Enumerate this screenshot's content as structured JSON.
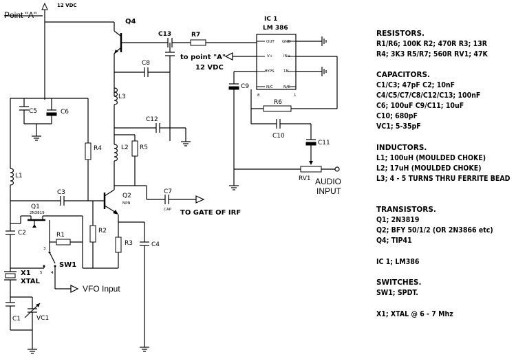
{
  "labels": {
    "point_a": "Point \"A\"",
    "v12_top": "12 VDC",
    "q4": "Q4",
    "c13": "C13",
    "r7": "R7",
    "ic_title": "IC 1",
    "ic_part": "LM 386",
    "ic_out": "OUT",
    "ic_gnd": "GND",
    "ic_vplus": "V+",
    "ic_inplus": "IN+",
    "ic_byps": "BYPS",
    "ic_inminus": "1N-",
    "ic_nc1": "N/C",
    "ic_nc2": "N/C",
    "ic_pin8": "8",
    "ic_pin1": "1",
    "to_point_a": "to point \"A\"",
    "v12_mid": "12 VDC",
    "c8": "C8",
    "c9": "C9",
    "r6": "R6",
    "l3": "L3",
    "c12": "C12",
    "c10": "C10",
    "c11": "C11",
    "c5": "C5",
    "c6": "C6",
    "r4": "R4",
    "l2": "L2",
    "r5": "R5",
    "rv1": "RV1",
    "audio_input": "AUDIO",
    "audio_input2": "INPUT",
    "l1": "L1",
    "c3": "C3",
    "q2": "Q2",
    "npn": "NPN",
    "c7": "C7",
    "cap": "CAP",
    "to_gate": "TO GATE OF IRF",
    "q1": "Q1",
    "q1_part": "2N3819",
    "c2": "C2",
    "r2": "R2",
    "r1": "R1",
    "r3": "R3",
    "c4": "C4",
    "sw1": "SW1",
    "x1": "X1",
    "xtal": "XTAL",
    "vfo_input": "VFO Input",
    "c1": "C1",
    "vc1": "VC1",
    "sw_pin3": "3",
    "sw_pin4": "4",
    "sw_pin5": "5"
  },
  "parts_list": [
    {
      "heading": "RESISTORS.",
      "lines": [
        "R1/R6; 100K R2; 470R R3; 13R",
        "R4; 3K3 R5/R7; 560R RV1; 47K"
      ]
    },
    {
      "heading": "CAPACITORS.",
      "lines": [
        "C1/C3; 47pF C2; 10nF",
        "C4/C5/C7/C8/C12/C13; 100nF",
        "C6; 100uF C9/C11; 10uF",
        "C10; 680pF",
        "VC1; 5-35pF"
      ]
    },
    {
      "heading": "INDUCTORS.",
      "lines": [
        "L1; 100uH (MOULDED CHOKE)",
        "L2; 17uH (MOULDED CHOKE)",
        "L3; 4 - 5 TURNS THRU FERRITE BEAD"
      ]
    },
    {
      "heading": "TRANSISTORS.",
      "lines": [
        "Q1; 2N3819",
        "Q2; BFY 50/1/2 (OR 2N3866 etc)",
        "Q4; TIP41"
      ]
    },
    {
      "heading": "",
      "lines": [
        "IC 1; LM386"
      ]
    },
    {
      "heading": "SWITCHES.",
      "lines": [
        "SW1; SPDT."
      ]
    },
    {
      "heading": "",
      "lines": [
        "X1;  XTAL @ 6 - 7 Mhz"
      ]
    }
  ]
}
